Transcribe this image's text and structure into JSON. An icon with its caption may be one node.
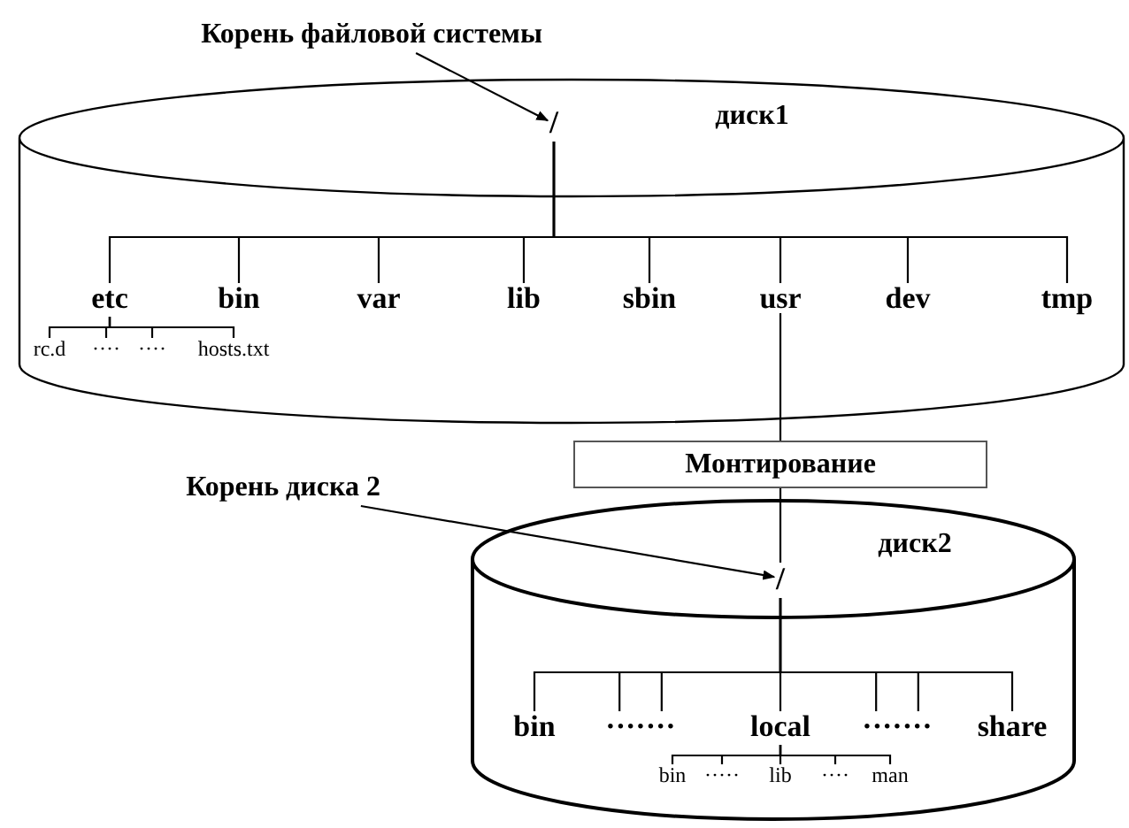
{
  "diagram": {
    "nodes": [
      {
        "text": [
          "диск1"
        ]
      },
      {
        "text": [
          "/"
        ],
        "in": 0
      },
      {
        "text": [
          "etc"
        ],
        "in": 0
      },
      {
        "text": [
          "bin"
        ],
        "in": 0
      },
      {
        "text": [
          "var"
        ],
        "in": 0
      },
      {
        "text": [
          "lib"
        ],
        "in": 0
      },
      {
        "text": [
          "sbin"
        ],
        "in": 0
      },
      {
        "text": [
          "usr"
        ],
        "in": 0
      },
      {
        "text": [
          "dev"
        ],
        "in": 0
      },
      {
        "text": [
          "tmp"
        ],
        "in": 0
      },
      {
        "text": [
          "rc.d"
        ],
        "in": 0
      },
      {
        "text": [
          "····"
        ],
        "in": 0
      },
      {
        "text": [
          "····"
        ],
        "in": 0
      },
      {
        "text": [
          "hosts.txt"
        ],
        "in": 0
      },
      {
        "text": [
          "Корень файловой системы"
        ]
      },
      {
        "text": [
          "Монтирование"
        ]
      },
      {
        "text": [
          "диск2"
        ]
      },
      {
        "text": [
          "/"
        ],
        "in": 16
      },
      {
        "text": [
          "bin"
        ],
        "in": 16
      },
      {
        "text": [
          "·······"
        ],
        "in": 16
      },
      {
        "text": [
          "local"
        ],
        "in": 16
      },
      {
        "text": [
          "·······"
        ],
        "in": 16
      },
      {
        "text": [
          "share"
        ],
        "in": 16
      },
      {
        "text": [
          "bin"
        ],
        "in": 16
      },
      {
        "text": [
          "·····"
        ],
        "in": 16
      },
      {
        "text": [
          "lib"
        ],
        "in": 16
      },
      {
        "text": [
          "····"
        ],
        "in": 16
      },
      {
        "text": [
          "man"
        ],
        "in": 16
      },
      {
        "text": [
          "Корень диска 2"
        ]
      }
    ],
    "edges": [
      {
        "from": 14,
        "to": 1,
        "arrow": "to"
      },
      {
        "from": 1,
        "to": 2,
        "arrow": "none"
      },
      {
        "from": 1,
        "to": 3,
        "arrow": "none"
      },
      {
        "from": 1,
        "to": 4,
        "arrow": "none"
      },
      {
        "from": 1,
        "to": 5,
        "arrow": "none"
      },
      {
        "from": 1,
        "to": 6,
        "arrow": "none"
      },
      {
        "from": 1,
        "to": 7,
        "arrow": "none"
      },
      {
        "from": 1,
        "to": 8,
        "arrow": "none"
      },
      {
        "from": 1,
        "to": 9,
        "arrow": "none"
      },
      {
        "from": 2,
        "to": 10,
        "arrow": "none"
      },
      {
        "from": 2,
        "to": 11,
        "arrow": "none"
      },
      {
        "from": 2,
        "to": 12,
        "arrow": "none"
      },
      {
        "from": 2,
        "to": 13,
        "arrow": "none"
      },
      {
        "from": 7,
        "to": 15,
        "arrow": "none"
      },
      {
        "from": 15,
        "to": 17,
        "arrow": "none"
      },
      {
        "from": 17,
        "to": 18,
        "arrow": "none"
      },
      {
        "from": 17,
        "to": 19,
        "arrow": "none"
      },
      {
        "from": 17,
        "to": 20,
        "arrow": "none"
      },
      {
        "from": 17,
        "to": 21,
        "arrow": "none"
      },
      {
        "from": 17,
        "to": 22,
        "arrow": "none"
      },
      {
        "from": 17,
        "to": 19,
        "arrow": "none"
      },
      {
        "from": 17,
        "to": 21,
        "arrow": "none"
      },
      {
        "from": 20,
        "to": 23,
        "arrow": "none"
      },
      {
        "from": 20,
        "to": 24,
        "arrow": "none"
      },
      {
        "from": 20,
        "to": 25,
        "arrow": "none"
      },
      {
        "from": 20,
        "to": 26,
        "arrow": "none"
      },
      {
        "from": 20,
        "to": 27,
        "arrow": "none"
      },
      {
        "from": 28,
        "to": 17,
        "arrow": "to"
      }
    ]
  }
}
